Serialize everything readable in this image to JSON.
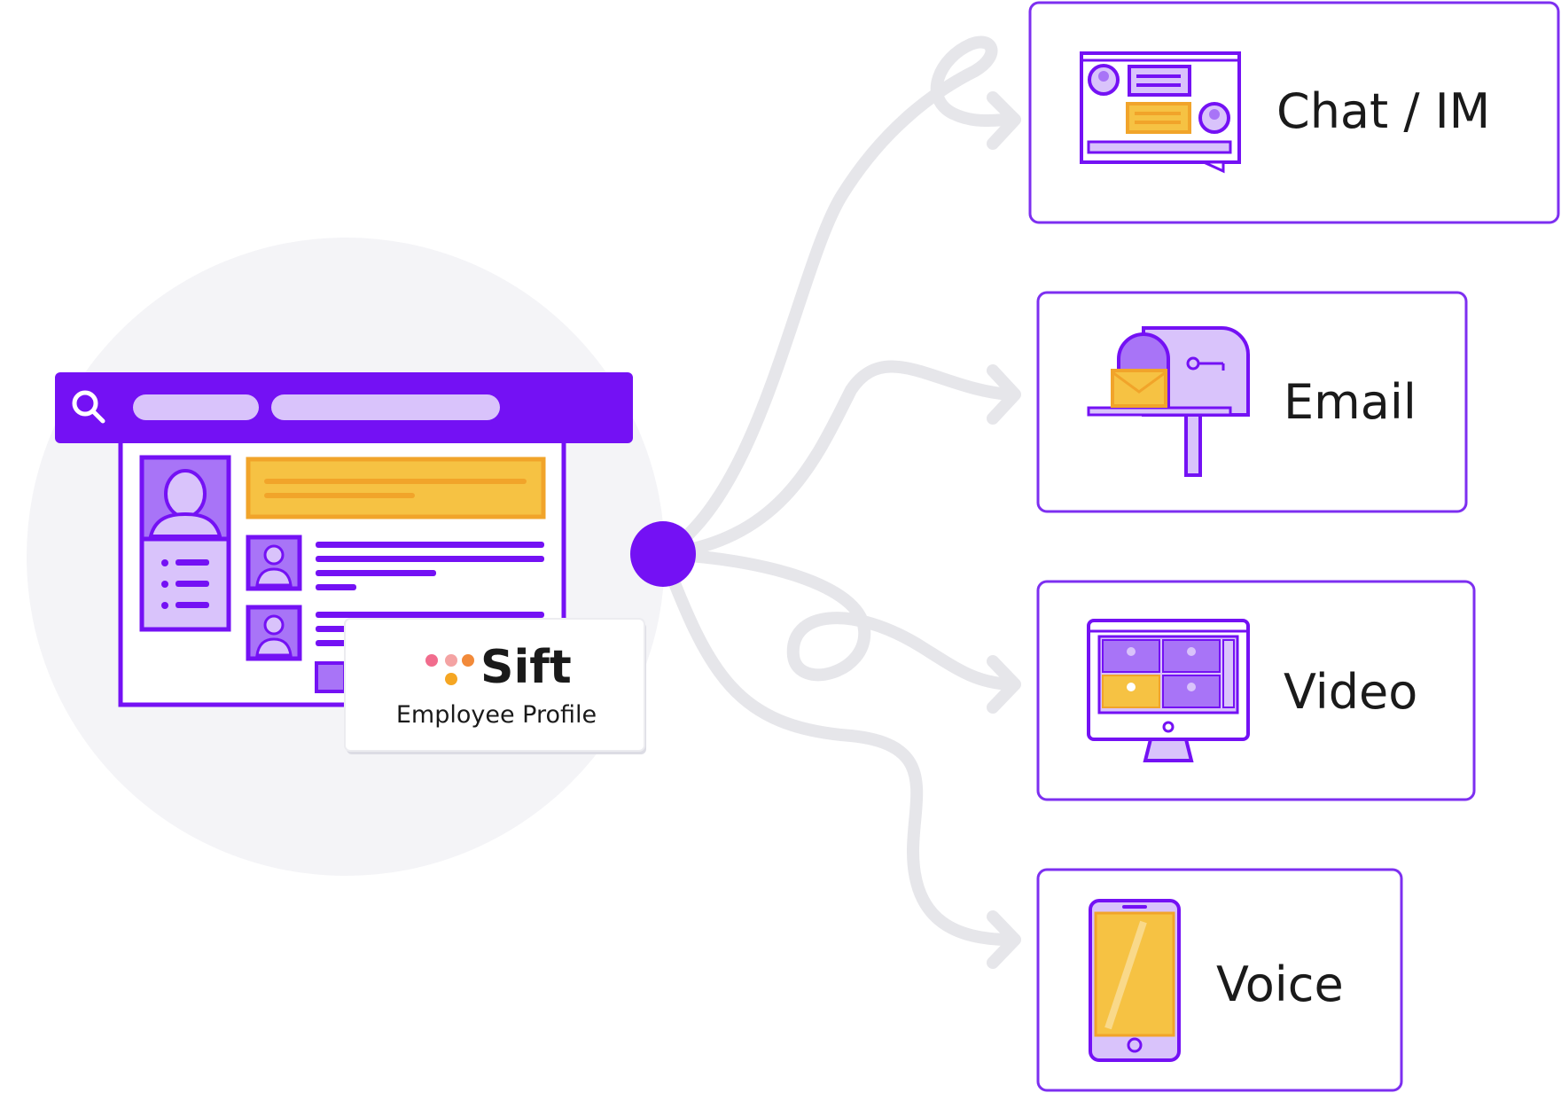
{
  "brand": {
    "name": "Sift",
    "subtitle": "Employee Profile"
  },
  "channels": [
    {
      "label": "Chat / IM",
      "icon": "chat-window-icon"
    },
    {
      "label": "Email",
      "icon": "mailbox-icon"
    },
    {
      "label": "Video",
      "icon": "video-monitor-icon"
    },
    {
      "label": "Voice",
      "icon": "smartphone-icon"
    }
  ],
  "colors": {
    "accent": "#7411f4",
    "accent_light": "#d9c3fb",
    "accent_mid": "#a874f7",
    "highlight": "#f6c243",
    "connector": "#e6e6ea",
    "backdrop": "#f4f4f7",
    "box_border": "#7d2ff0"
  },
  "search_icon": "search-icon"
}
